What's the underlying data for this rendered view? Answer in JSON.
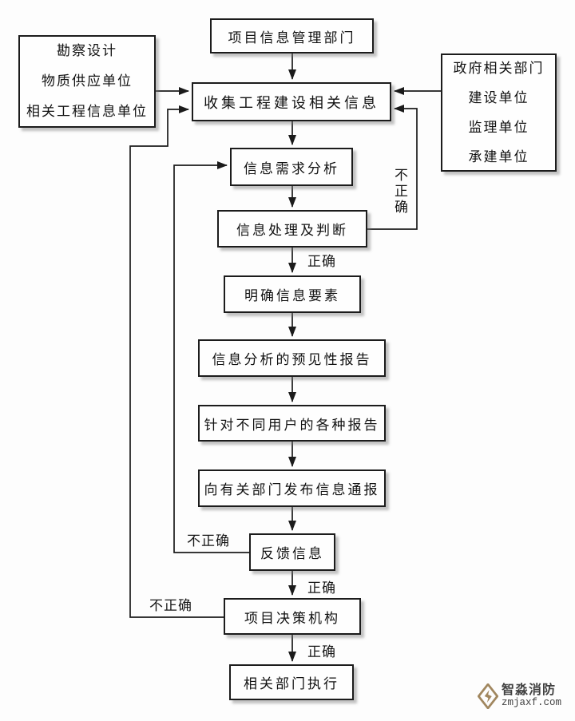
{
  "diagram": {
    "nodes": {
      "mgmt": "项目信息管理部门",
      "sources_left": [
        "勘察设计",
        "物质供应单位",
        "相关工程信息单位"
      ],
      "sources_right": [
        "政府相关部门",
        "建设单位",
        "监理单位",
        "承建单位"
      ],
      "collect": "收集工程建设相关信息",
      "demand": "信息需求分析",
      "process": "信息处理及判断",
      "clarify": "明确信息要素",
      "forecast": "信息分析的预见性报告",
      "reports": "针对不同用户的各种报告",
      "publish": "向有关部门发布信息通报",
      "feedback": "反馈信息",
      "decision": "项目决策机构",
      "execute": "相关部门执行"
    },
    "edge_labels": {
      "process_correct": "正确",
      "process_incorrect": "不正确",
      "feedback_correct": "正确",
      "feedback_incorrect": "不正确",
      "decision_correct": "正确",
      "decision_incorrect": "不正确"
    },
    "colors": {
      "line": "#1b1b1b",
      "box_border": "#1c1c1c",
      "box_fill": "#fefefe",
      "shadow": "#787878"
    }
  },
  "watermark": {
    "brand": "智淼消防",
    "site": "zmjaxf.com",
    "logo_color": "#a1875f",
    "text_color": "#414141"
  }
}
